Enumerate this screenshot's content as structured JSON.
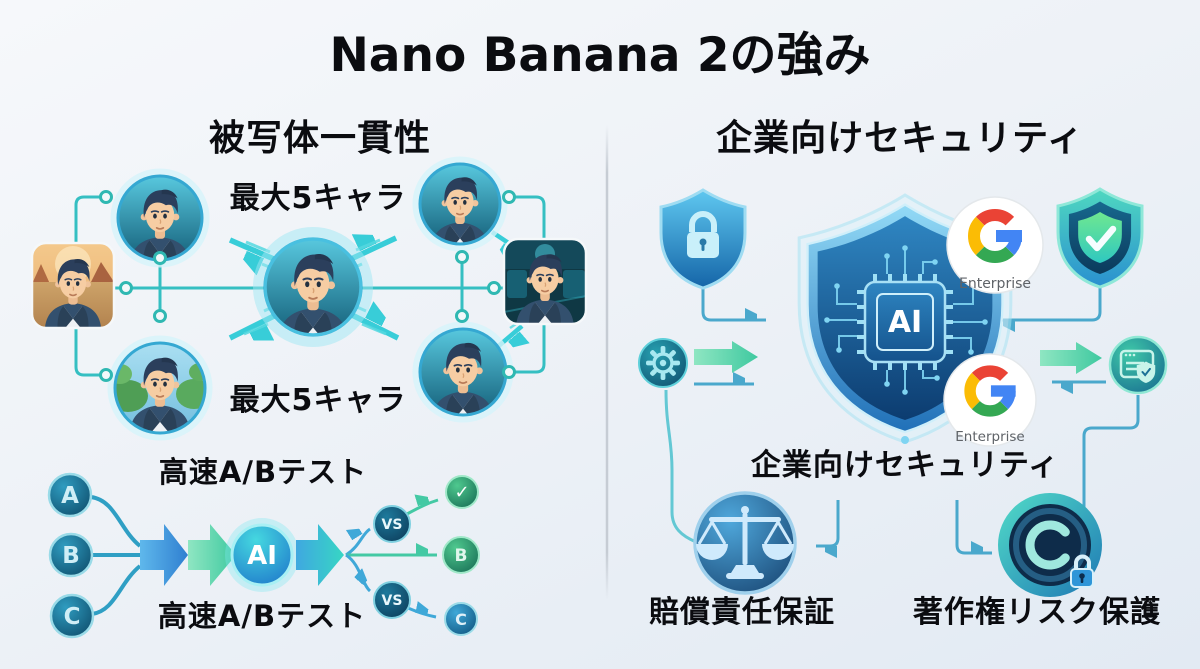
{
  "title": "Nano Banana 2の強み",
  "left_section": {
    "header": "被写体一貫性",
    "max_label_top": "最大5キャラ",
    "max_label_bottom": "最大5キャラ",
    "speed_label_top": "高速A/Bテスト",
    "speed_label_bottom": "高速A/Bテスト",
    "input_a": "A",
    "input_b": "B",
    "input_c": "C",
    "ai_label": "AI",
    "vs_top": "VS",
    "vs_bottom": "VS",
    "result_check": "✓",
    "result_b": "B",
    "result_c": "C"
  },
  "right_section": {
    "header": "企業向けセキュリティ",
    "subheader": "企業向けセキュリティ",
    "chip_label": "AI",
    "google_top": {
      "g": "G",
      "label": "Enterprise"
    },
    "google_bottom": {
      "g": "G",
      "label": "Enterprise"
    },
    "liability_label": "賠償責任保証",
    "copyright_label": "著作権リスク保護"
  },
  "icon_names": [
    "avatar-icon",
    "shield-lock-icon",
    "ai-chip-shield-icon",
    "shield-check-icon",
    "gear-icon",
    "document-check-icon",
    "google-enterprise-badge",
    "scales-icon",
    "copyright-lock-icon",
    "check-icon"
  ],
  "colors": {
    "accent_teal": "#38cdd8",
    "accent_blue": "#3fa0d0",
    "accent_green": "#44c9a4",
    "google_blue": "#4285F4",
    "google_red": "#EA4335",
    "google_yellow": "#FBBC05",
    "google_green": "#34A853",
    "text": "#0b0c10"
  }
}
